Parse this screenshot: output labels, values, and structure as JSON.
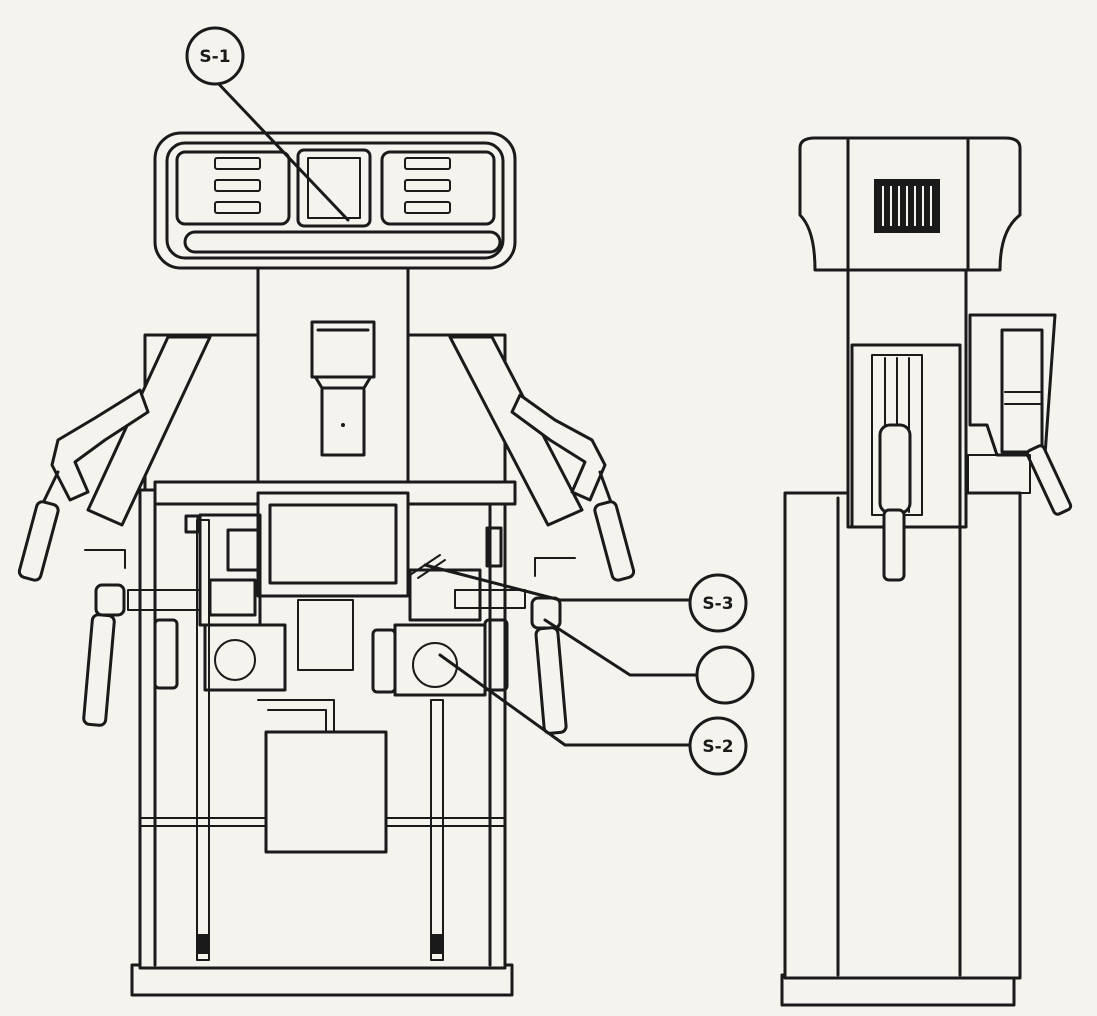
{
  "callouts": {
    "s1": "S-1",
    "s3": "S-3",
    "s2": "S-2",
    "blank": ""
  },
  "colors": {
    "background": "#f4f3ee",
    "ink": "#1a1a1a"
  }
}
